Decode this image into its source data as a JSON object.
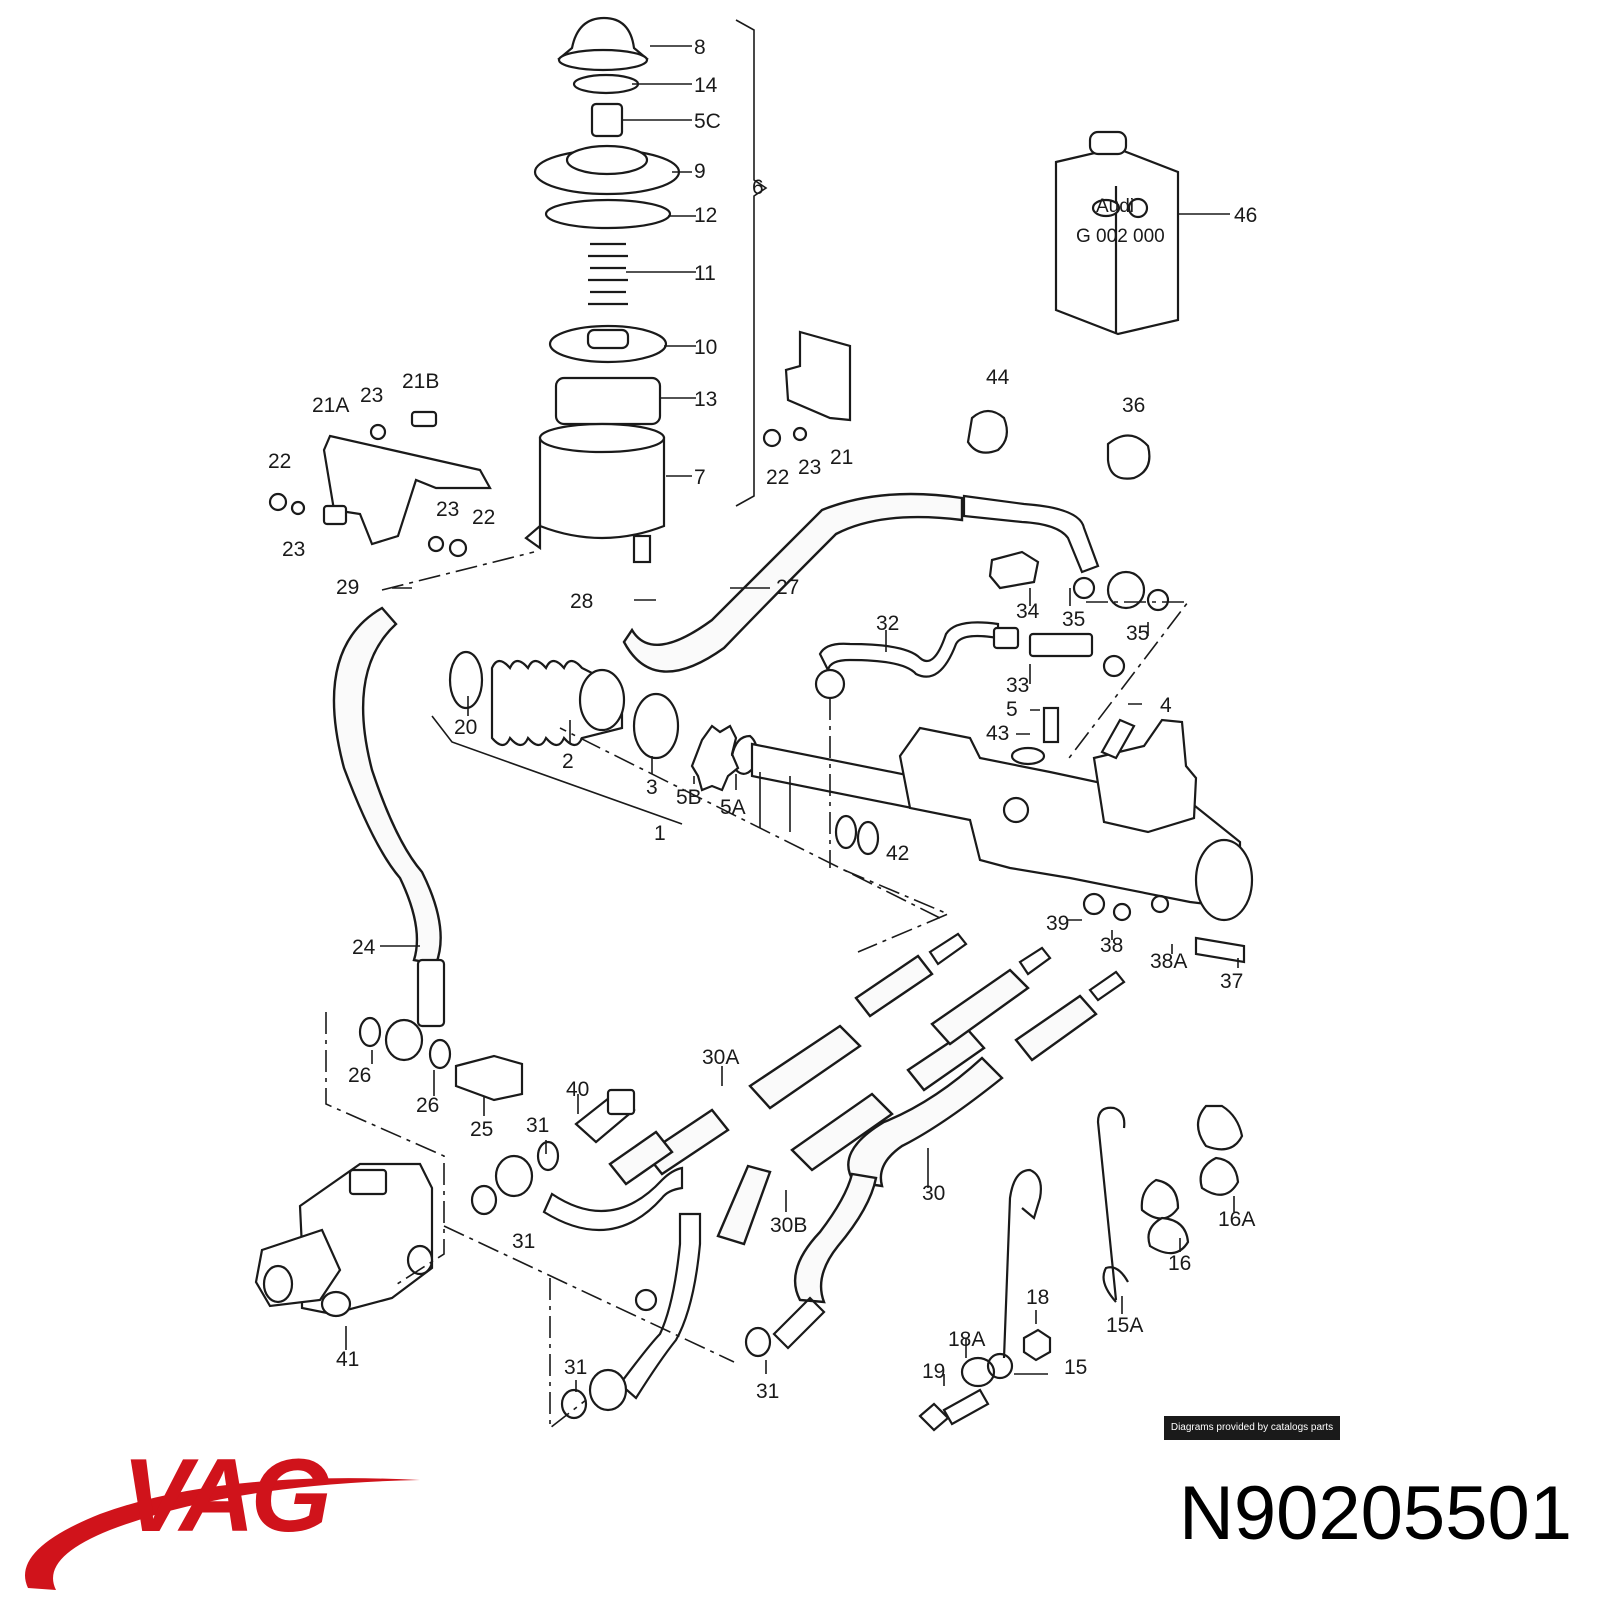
{
  "callouts": [
    "8",
    "14",
    "5C",
    "9",
    "12",
    "6",
    "11",
    "10",
    "13",
    "7",
    "21A",
    "23",
    "21B",
    "22",
    "23",
    "23",
    "22",
    "21",
    "22",
    "23",
    "44",
    "36",
    "46",
    "29",
    "28",
    "27",
    "32",
    "34",
    "35",
    "35",
    "33",
    "20",
    "2",
    "3",
    "5B",
    "5A",
    "1",
    "5",
    "43",
    "4",
    "42",
    "24",
    "39",
    "38",
    "38A",
    "37",
    "26",
    "26",
    "25",
    "30A",
    "40",
    "31",
    "31",
    "30B",
    "30",
    "16A",
    "16",
    "15A",
    "41",
    "31",
    "31",
    "18",
    "18A",
    "15",
    "19"
  ],
  "can": {
    "brand_badge": "Audi",
    "part_code": "G 002 000"
  },
  "credit": "Diagrams provided by catalogs parts",
  "brand": {
    "logo_text": "VAG",
    "color": "#d0131b"
  },
  "part_number": "N90205501"
}
